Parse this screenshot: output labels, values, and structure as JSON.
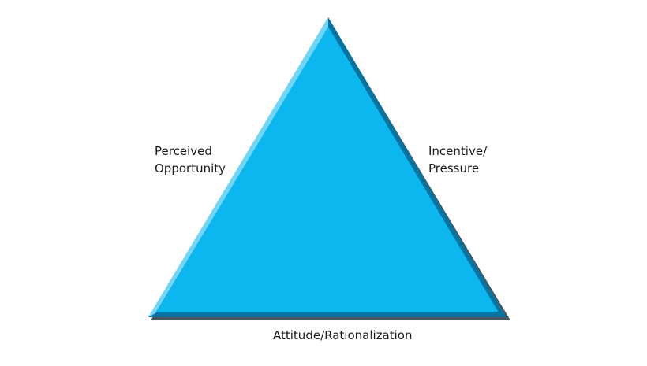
{
  "diagram": {
    "fill_color": "#0cb6ef",
    "edge_light_color": "#6fd6f8",
    "edge_dark_color": "#0574a0",
    "left_label": {
      "line1": "Perceived",
      "line2": "Opportunity"
    },
    "right_label": {
      "line1": "Incentive/",
      "line2": "Pressure"
    },
    "bottom_label": "Attitude/Rationalization"
  }
}
